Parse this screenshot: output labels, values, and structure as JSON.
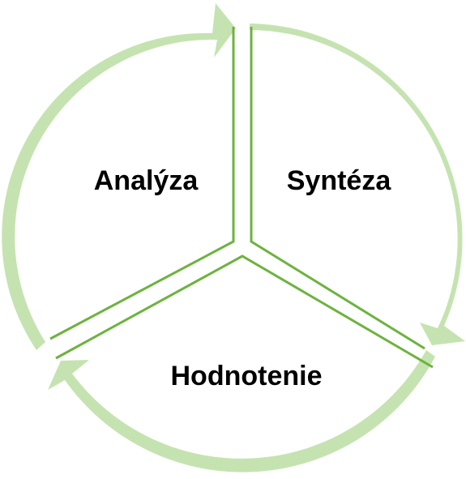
{
  "diagram": {
    "segments": [
      {
        "label": "Analýza"
      },
      {
        "label": "Syntéza"
      },
      {
        "label": "Hodnotenie"
      }
    ]
  },
  "colors": {
    "arc": "#c5e3b0",
    "divider": "#6cb33e",
    "text": "#000000"
  }
}
